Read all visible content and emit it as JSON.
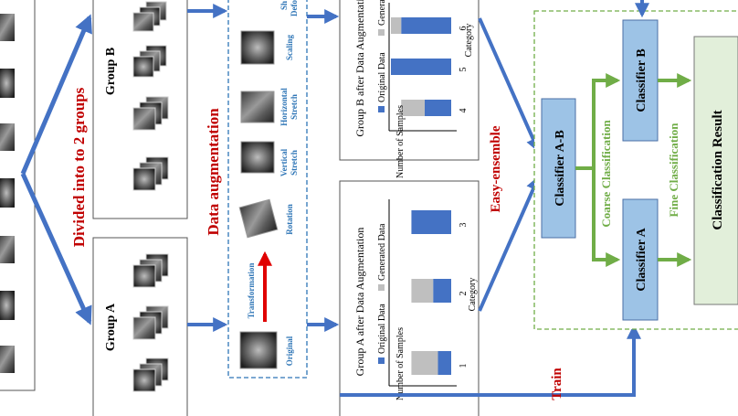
{
  "labels": {
    "divided": "Divided into to 2 groups",
    "group_a": "Group A",
    "group_b": "Group B",
    "data_augmentation": "Data augmentation",
    "transformation": "Transformation",
    "original": "Original",
    "rotation": "Rotation",
    "vertical_stretch_1": "Vertical",
    "vertical_stretch_2": "Stretch",
    "horizontal_stretch_1": "Horizontal",
    "horizontal_stretch_2": "Stretch",
    "scaling": "Scaling",
    "deformation_1": "Sh",
    "deformation_2": "Defo",
    "easy_ensemble": "Easy-ensemble",
    "train": "Train",
    "coarse_classification": "Coarse Classification",
    "fine_classification": "Fine Classification",
    "classifier_ab": "Classifier A-B",
    "classifier_a": "Classifier A",
    "classifier_b": "Classifier B",
    "classification_result": "Classification Result"
  },
  "colors": {
    "blue_arrow": "#4472c4",
    "green_arrow": "#70ad47",
    "red_text": "#c00000",
    "classifier_fill": "#9dc3e6",
    "result_fill": "#e2efda",
    "bar_original": "#4472c4",
    "bar_generated": "#bfbfbf"
  },
  "chart_data": [
    {
      "type": "bar",
      "stacked": true,
      "title": "Group A after Data Augmentation",
      "xlabel": "Category",
      "ylabel": "Number of Samples",
      "categories": [
        "1",
        "2",
        "3"
      ],
      "legend": [
        "Original Data",
        "Generated Data"
      ],
      "series": [
        {
          "name": "Original Data",
          "values": [
            0.22,
            0.3,
            0.66
          ]
        },
        {
          "name": "Generated Data",
          "values": [
            0.44,
            0.36,
            0.0
          ]
        }
      ]
    },
    {
      "type": "bar",
      "stacked": true,
      "title": "Group B after Data Augmentation",
      "xlabel": "Category",
      "ylabel": "Number of Samples",
      "categories": [
        "4",
        "5",
        "6"
      ],
      "legend": [
        "Original Data",
        "Generated Data"
      ],
      "series": [
        {
          "name": "Original Data",
          "values": [
            0.44,
            1.0,
            0.83
          ]
        },
        {
          "name": "Generated Data",
          "values": [
            0.39,
            0.0,
            0.17
          ]
        }
      ]
    }
  ]
}
